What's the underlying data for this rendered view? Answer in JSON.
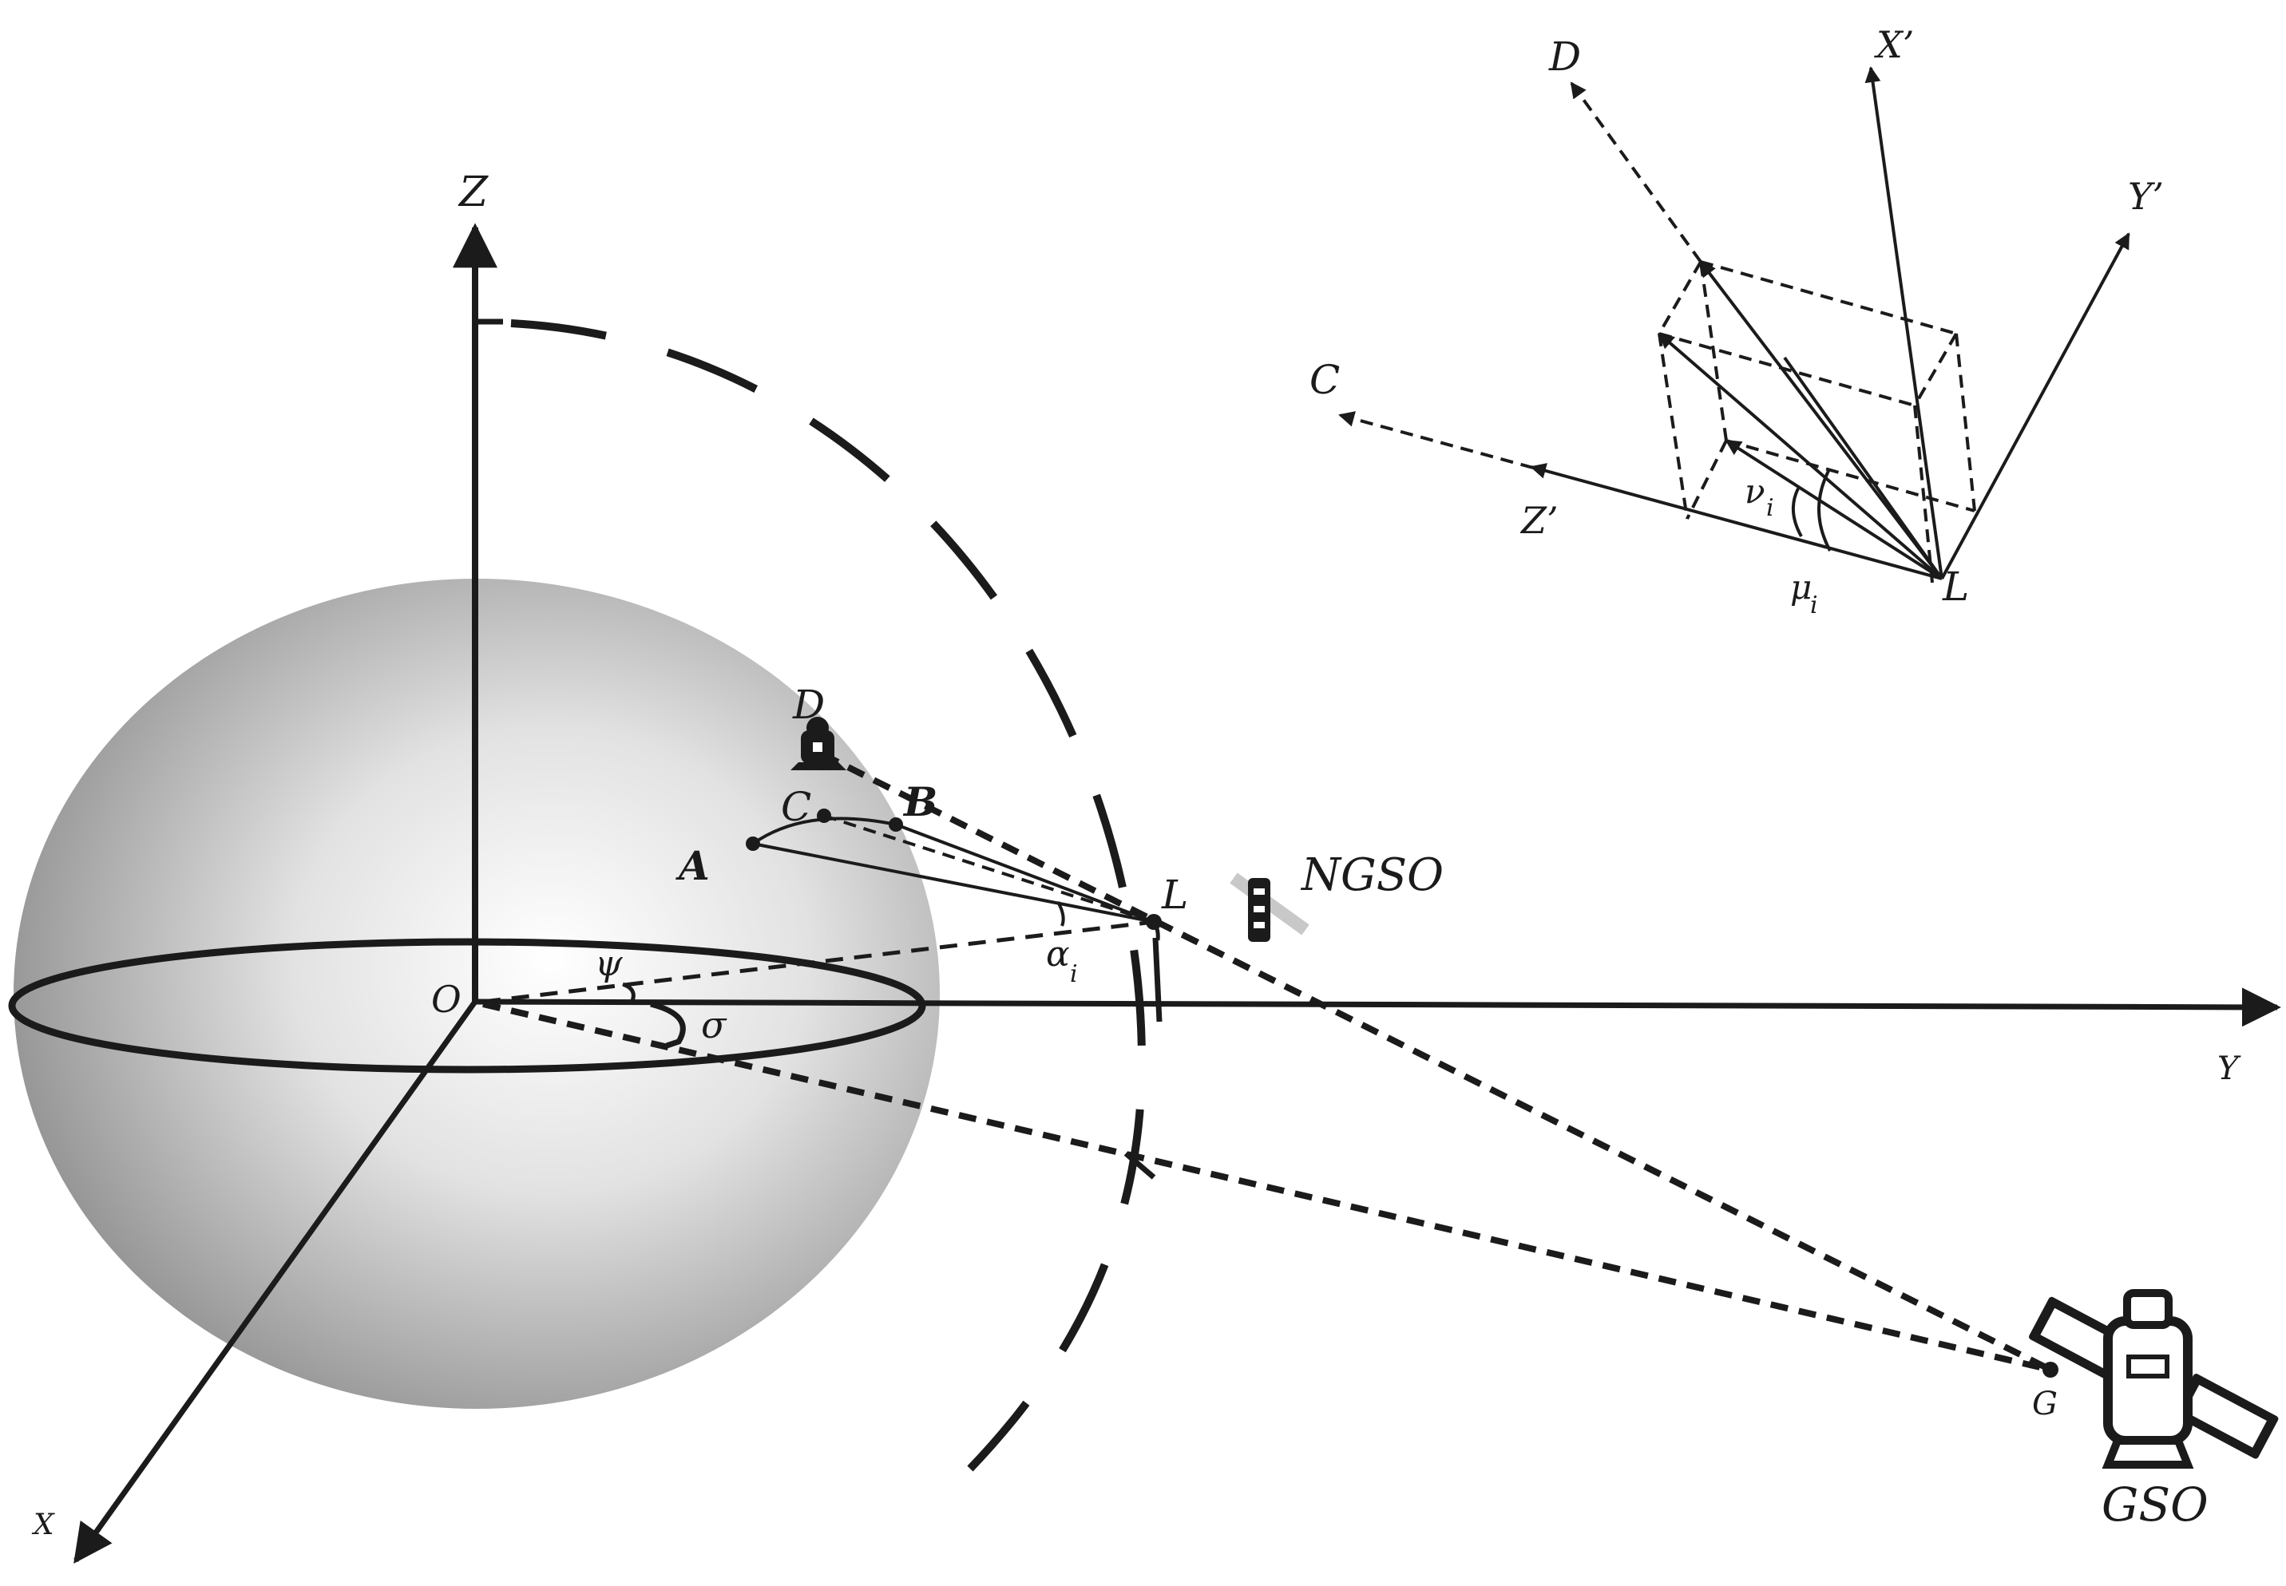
{
  "diagram": {
    "labels": {
      "axis_z": "Z",
      "axis_y": "Y",
      "axis_x": "X",
      "origin": "O",
      "point_a": "A",
      "point_b": "B",
      "point_c": "C",
      "point_d": "D",
      "point_l": "L",
      "angle_psi": "ψ",
      "angle_sigma": "σ",
      "angle_alpha": "α",
      "angle_alpha_sub": "i",
      "ngso": "NGSO",
      "point_g": "G",
      "gso": "GSO"
    },
    "inset_labels": {
      "d": "D",
      "x_prime": "X’",
      "y_prime": "Y’",
      "c": "C",
      "z_prime": "Z’",
      "nu": "ν",
      "nu_sub": "i",
      "mu": "μ",
      "mu_sub": "i",
      "l": "L"
    },
    "colors": {
      "ink": "#1b1b1b",
      "sphere_light": "#ffffff",
      "sphere_dark": "#8e8e8e"
    }
  }
}
